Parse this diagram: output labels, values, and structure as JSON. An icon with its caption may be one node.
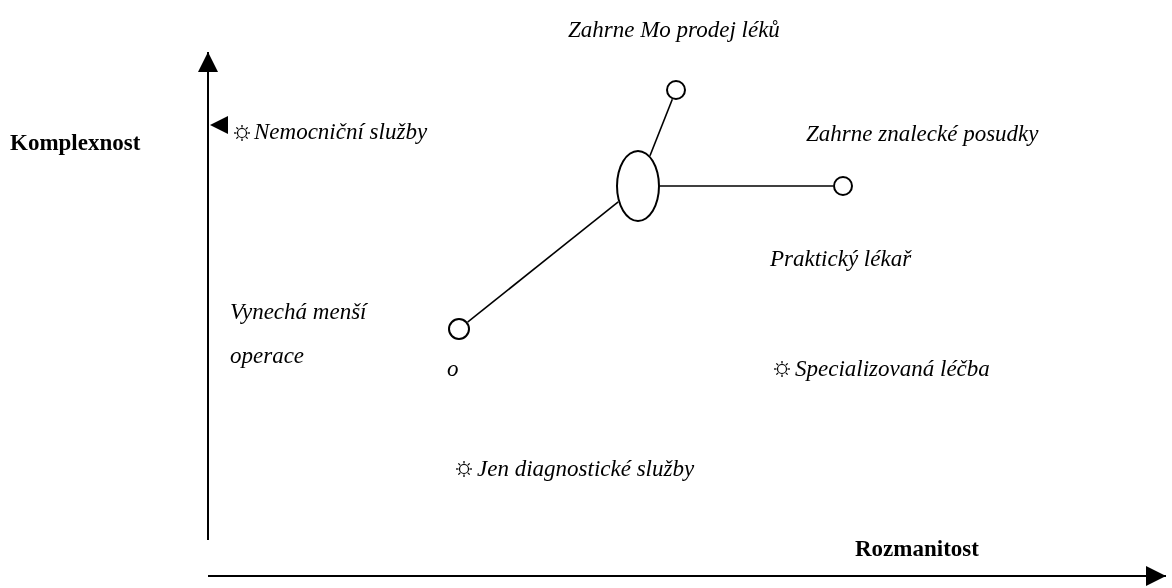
{
  "diagram": {
    "nodes": [
      {
        "text": [],
        "shape": "ellipse"
      },
      {
        "text": [],
        "shape": "circle",
        "beside": [
          "Zahrne Mo prodej léků"
        ]
      },
      {
        "text": [],
        "shape": "circle",
        "beside": [
          "Zahrne znalecké posudky"
        ]
      },
      {
        "text": [],
        "shape": "circle",
        "beside": [
          "Vynechá menší operace"
        ]
      }
    ],
    "edges": [
      {
        "from": 0,
        "to": 1,
        "arrow": "none"
      },
      {
        "from": 0,
        "to": 2,
        "arrow": "none"
      },
      {
        "from": 0,
        "to": 3,
        "arrow": "none"
      }
    ],
    "labels": [
      "Komplexnost",
      "Nemocniční služby",
      "Praktický lékař",
      "o",
      "Specializovaná léčba",
      "Jen diagnostické služby",
      "Rozmanitost"
    ]
  }
}
